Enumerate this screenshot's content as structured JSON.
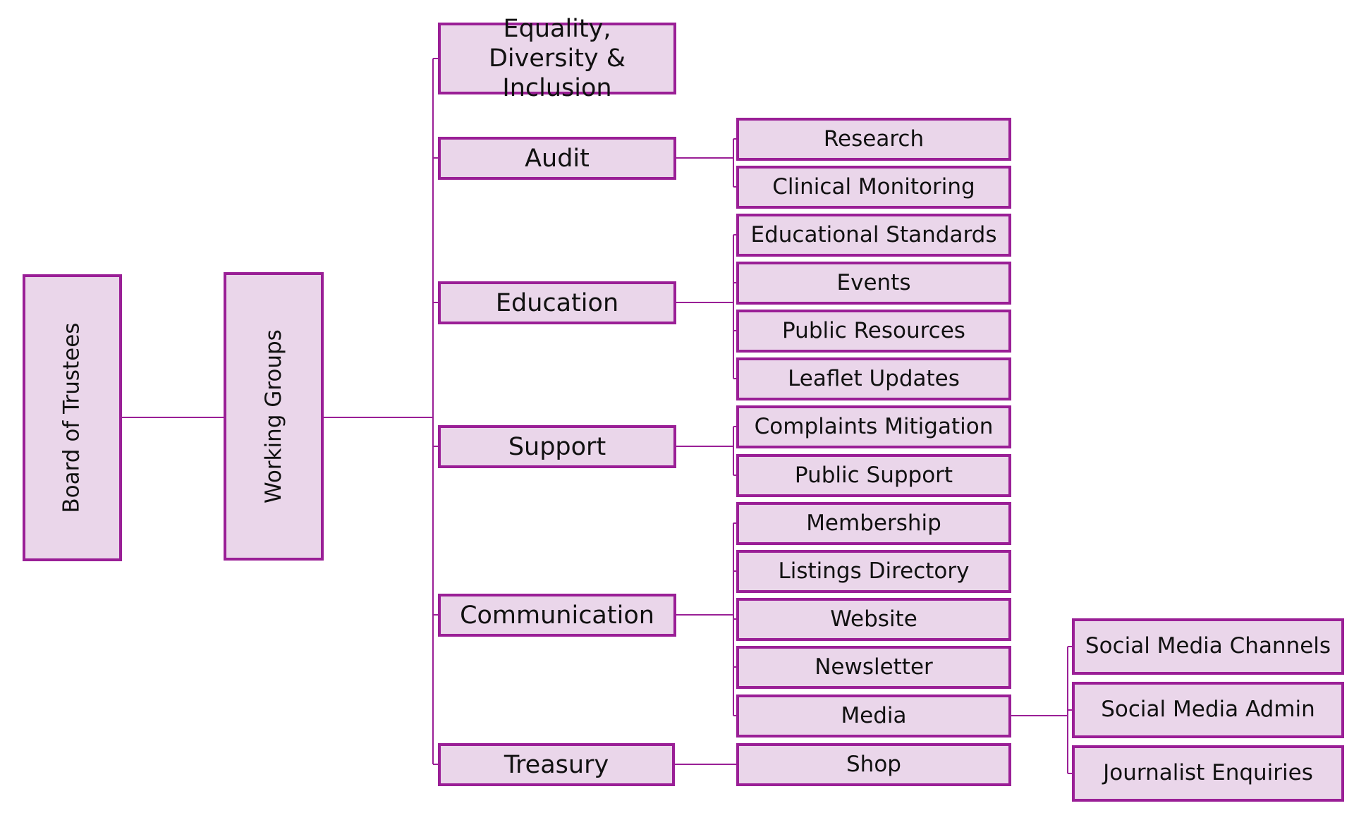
{
  "theme": {
    "box_fill": "#ead6ea",
    "box_border": "#9a1f96",
    "connector": "#9a1f96",
    "text": "#111111"
  },
  "root": {
    "label": "Board of Trustees"
  },
  "level1": {
    "label": "Working Groups"
  },
  "groups": {
    "edi": "Equality, Diversity & Inclusion",
    "audit": "Audit",
    "education": "Education",
    "support": "Support",
    "communication": "Communication",
    "treasury": "Treasury"
  },
  "subgroups": {
    "research": "Research",
    "clinical_monitoring": "Clinical Monitoring",
    "educational_standards": "Educational Standards",
    "events": "Events",
    "public_resources": "Public Resources",
    "leaflet_updates": "Leaflet Updates",
    "complaints_mitigation": "Complaints Mitigation",
    "public_support": "Public Support",
    "membership": "Membership",
    "listings_directory": "Listings Directory",
    "website": "Website",
    "newsletter": "Newsletter",
    "media": "Media",
    "shop": "Shop"
  },
  "media_children": {
    "social_media_channels": "Social Media Channels",
    "social_media_admin": "Social Media Admin",
    "journalist_enquiries": "Journalist Enquiries"
  }
}
